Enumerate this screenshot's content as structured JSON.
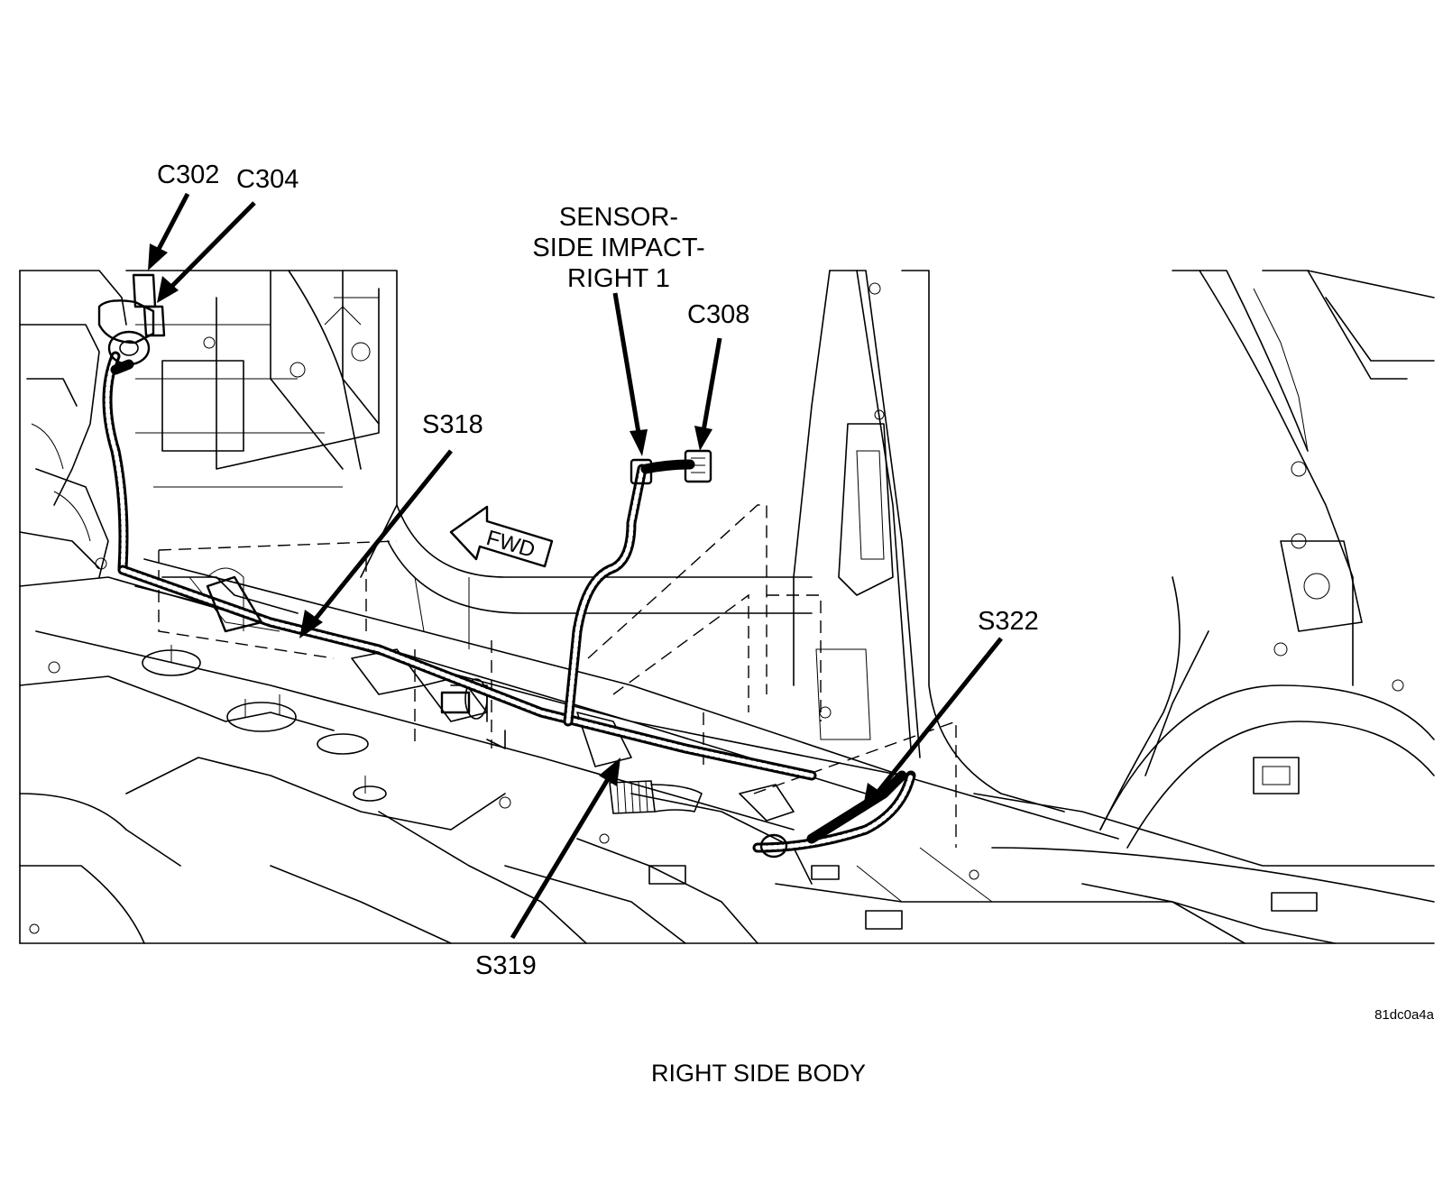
{
  "diagram": {
    "labels": {
      "c302": "C302",
      "c304": "C304",
      "sensor_line1": "SENSOR-",
      "sensor_line2": "SIDE IMPACT-",
      "sensor_line3": "RIGHT 1",
      "c308": "C308",
      "s318": "S318",
      "s319": "S319",
      "s322": "S322",
      "fwd": "FWD"
    },
    "reference_code": "81dc0a4a",
    "caption": "RIGHT SIDE BODY"
  }
}
